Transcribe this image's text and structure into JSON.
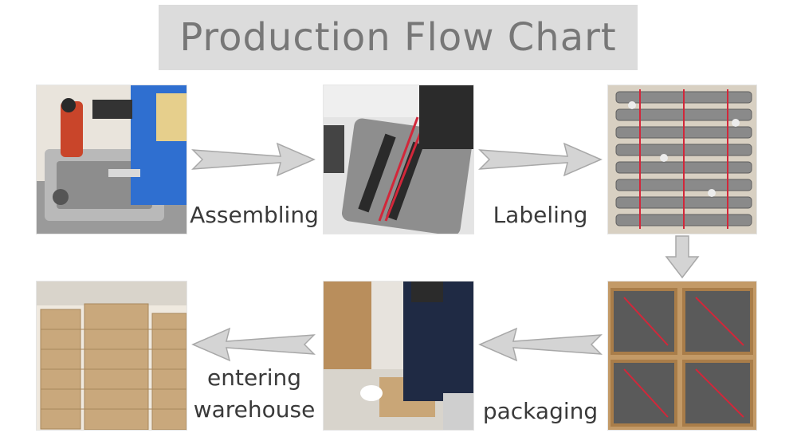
{
  "title": "Production Flow Chart",
  "steps": [
    {
      "id": "assembling",
      "label": "Assembling"
    },
    {
      "id": "labeling",
      "label": "Labeling"
    },
    {
      "id": "packaging",
      "label": "packaging"
    },
    {
      "id": "entering_warehouse",
      "label_line1": "entering",
      "label_line2": "warehouse"
    }
  ],
  "colors": {
    "title_bg": "#dcdcdc",
    "title_text": "#777777",
    "arrow_fill": "#d4d4d4",
    "arrow_stroke": "#a8a8a8"
  }
}
